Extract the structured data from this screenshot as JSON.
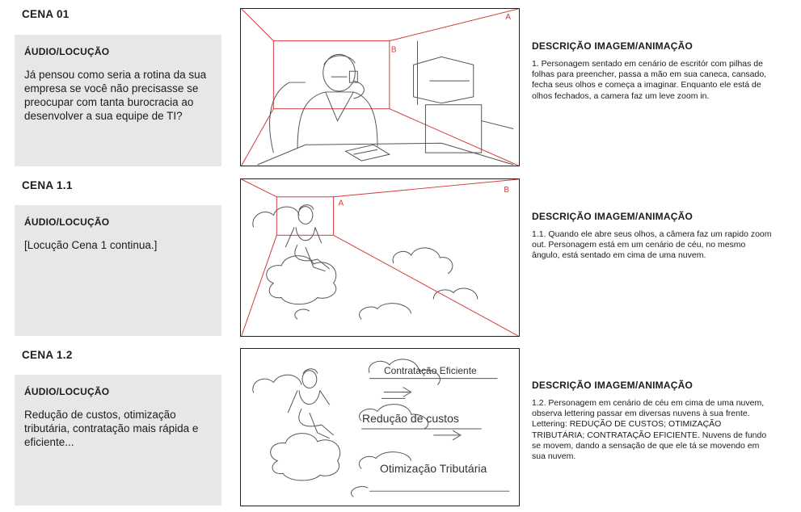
{
  "scenes": [
    {
      "title": "CENA 01",
      "audio_heading": "ÁUDIO/LOCUÇÃO",
      "audio_text": "Já pensou como seria a rotina da sua empresa se você não precisasse se preocupar com tanta burocracia ao desenvolver a sua equipe de TI?",
      "frame_marks": [
        "A",
        "B"
      ],
      "desc_heading": "DESCRIÇÃO IMAGEM/ANIMAÇÃO",
      "desc_text": "1. Personagem sentado em cenário de escritór com pilhas de folhas para preencher, passa a mão em sua caneca, cansado, fecha seus olhos e começa a imaginar.  Enquanto ele está de olhos fechados, a camera faz um leve zoom in."
    },
    {
      "title": "CENA 1.1",
      "audio_heading": "ÁUDIO/LOCUÇÃO",
      "audio_text": "[Locução Cena 1 continua.]",
      "frame_marks": [
        "A",
        "B"
      ],
      "desc_heading": "DESCRIÇÃO IMAGEM/ANIMAÇÃO",
      "desc_text": "1.1. Quando ele abre seus olhos, a câmera faz um rapido zoom out. Personagem está em um cenário de céu, no mesmo ângulo, está sentado em cima de uma nuvem."
    },
    {
      "title": "CENA 1.2",
      "audio_heading": "ÁUDIO/LOCUÇÃO",
      "audio_text": "Redução de custos, otimização tributária, contratação mais rápida e eficiente...",
      "lettering": [
        "Contratação Eficiente",
        "Redução de custos",
        "Otimização Tributária"
      ],
      "desc_heading": "DESCRIÇÃO IMAGEM/ANIMAÇÃO",
      "desc_text": "1.2. Personagem em cenário de céu em cima de uma nuvem, observa lettering passar em diversas nuvens à sua frente. Lettering: REDUÇÃO DE CUSTOS; OTIMIZAÇÃO TRIBUTÁRIA; CONTRATAÇÃO EFICIENTE. Nuvens de fundo se movem, dando a sensação de que ele tá se movendo em sua nuvem."
    }
  ]
}
